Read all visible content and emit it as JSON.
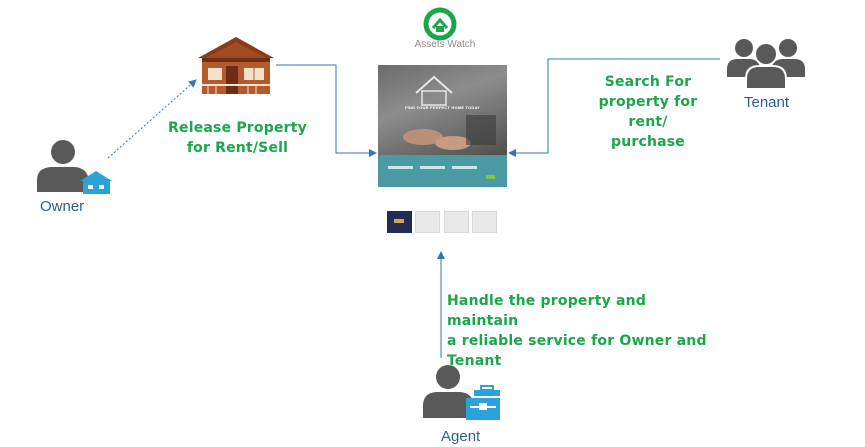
{
  "owner": {
    "label": "Owner"
  },
  "tenant": {
    "label": "Tenant"
  },
  "agent": {
    "label": "Agent"
  },
  "release": {
    "line1": "Release Property",
    "line2": "for Rent/Sell"
  },
  "search": {
    "line1": "Search For",
    "line2": "property for rent/",
    "line3": "purchase"
  },
  "handle": {
    "line1": "Handle the property and maintain",
    "line2": "a reliable service for Owner and",
    "line3": "Tenant"
  },
  "website": {
    "logo_text": "Assets Watch",
    "hero_text": "FIND YOUR PERFECT HOME TODAY"
  },
  "colors": {
    "green": "#1aa64a",
    "connector": "#2f78b7",
    "person": "#595959",
    "briefcase": "#29a3d9",
    "house_roof": "#8a3c1c",
    "house_wall": "#b55a2c"
  }
}
